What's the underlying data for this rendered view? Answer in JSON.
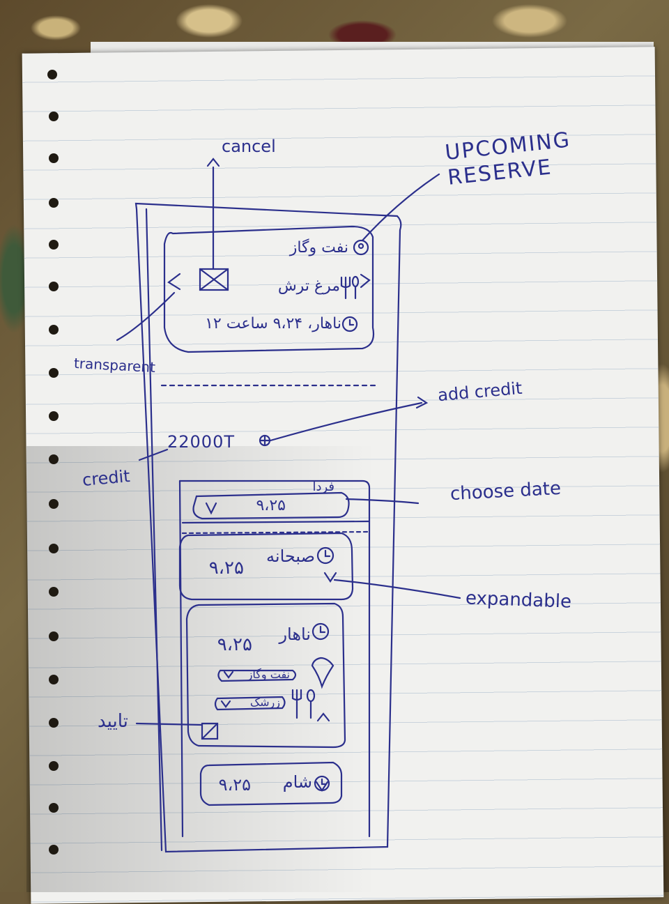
{
  "annotations": {
    "title": "UPCOMING RESERVE",
    "cancel": "cancel",
    "transparent": "transparent",
    "add_credit": "add credit",
    "credit": "credit",
    "choose_date": "choose date",
    "expandable": "expandable",
    "confirm": "تایید"
  },
  "reserve_card": {
    "location": "نفت وگاز",
    "food": "مرغ ترش",
    "time": "ناهار، ۹،۲۴ ساعت ۱۲"
  },
  "credit": {
    "amount": "22000T"
  },
  "date_picker": {
    "label_top": "فردا",
    "value": "۹،۲۵"
  },
  "meals": [
    {
      "name": "صبحانه",
      "date": "۹،۲۵"
    },
    {
      "name": "ناهار",
      "date": "۹،۲۵",
      "location": "نفت وگاز",
      "food": "زرشک"
    },
    {
      "name": "شام",
      "date": "۹،۲۵"
    }
  ],
  "colors": {
    "ink": "#2b2f8c",
    "paper": "#f1f1ef"
  }
}
